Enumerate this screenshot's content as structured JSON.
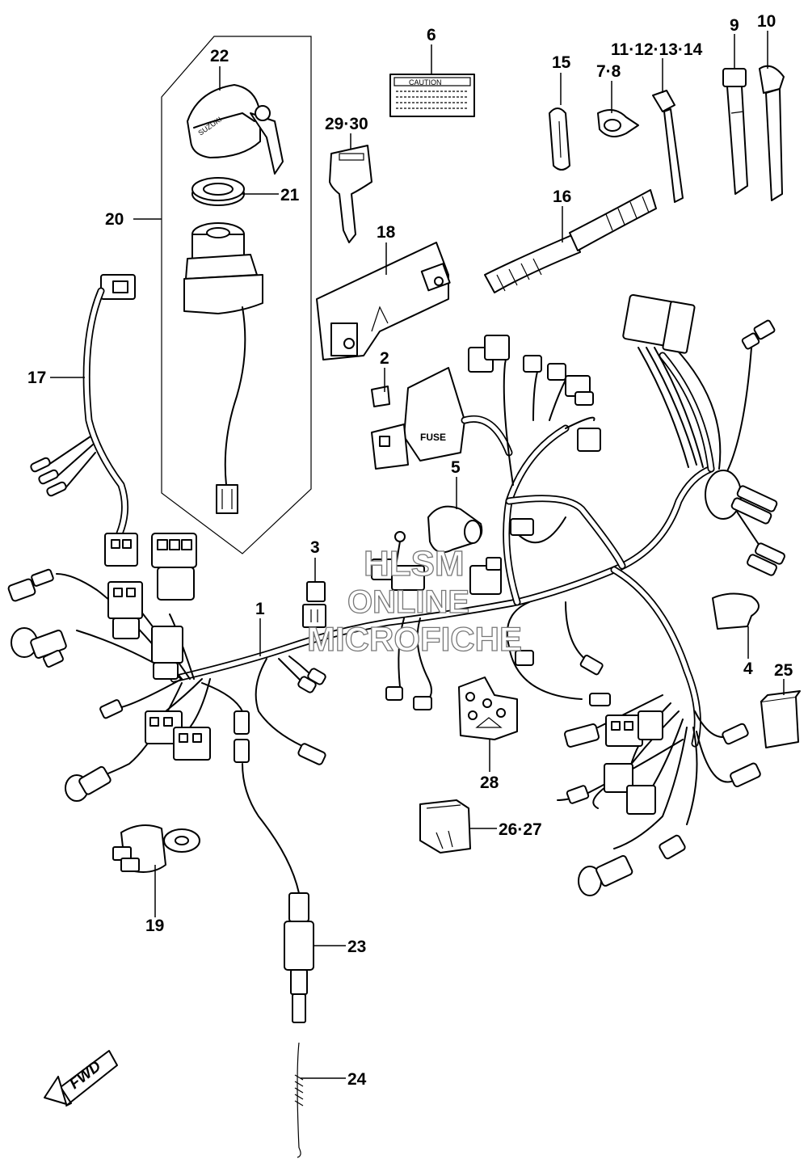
{
  "callouts": [
    {
      "id": "p1",
      "text": "1"
    },
    {
      "id": "p2",
      "text": "2"
    },
    {
      "id": "p3",
      "text": "3"
    },
    {
      "id": "p4",
      "text": "4"
    },
    {
      "id": "p5",
      "text": "5"
    },
    {
      "id": "p6",
      "text": "6"
    },
    {
      "id": "p7",
      "text": "7·8"
    },
    {
      "id": "p9",
      "text": "9"
    },
    {
      "id": "p10",
      "text": "10"
    },
    {
      "id": "p11",
      "text": "11·12·13·14"
    },
    {
      "id": "p15",
      "text": "15"
    },
    {
      "id": "p16",
      "text": "16"
    },
    {
      "id": "p17",
      "text": "17"
    },
    {
      "id": "p18",
      "text": "18"
    },
    {
      "id": "p19",
      "text": "19"
    },
    {
      "id": "p20",
      "text": "20"
    },
    {
      "id": "p21",
      "text": "21"
    },
    {
      "id": "p22",
      "text": "22"
    },
    {
      "id": "p23",
      "text": "23"
    },
    {
      "id": "p24",
      "text": "24"
    },
    {
      "id": "p25",
      "text": "25"
    },
    {
      "id": "p26",
      "text": "26·27"
    },
    {
      "id": "p28",
      "text": "28"
    },
    {
      "id": "p29",
      "text": "29·30"
    }
  ],
  "caution_label": "CAUTION",
  "fuse_label": "FUSE",
  "key_brand": "SUZUKI",
  "fwd_label": "FWD",
  "watermark": [
    "HLSM",
    "ONLINE",
    "MICROFICHE"
  ]
}
